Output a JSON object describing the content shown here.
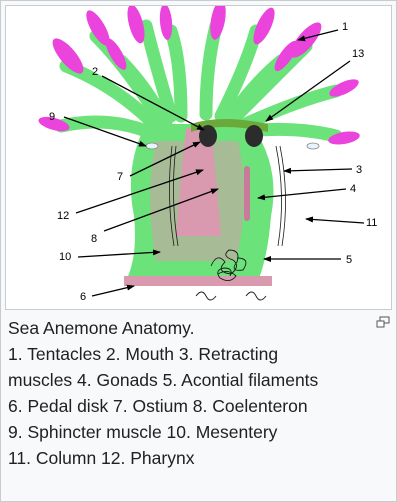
{
  "figure": {
    "labels": [
      "1",
      "2",
      "3",
      "4",
      "5",
      "6",
      "7",
      "8",
      "9",
      "10",
      "11",
      "12",
      "13"
    ],
    "colors": {
      "body": "#6ce37a",
      "tentacle_green": "#6ce37a",
      "tentacle_pink": "#ea44dc",
      "internal": "#d99aaf",
      "gonad": "#c97a9a",
      "mouth_rim": "#6aaa3a",
      "sphincter": "#2c2c2c"
    }
  },
  "caption": {
    "title": "Sea Anemone Anatomy.",
    "lines": [
      "1. Tentacles 2. Mouth 3. Retracting",
      "muscles 4. Gonads 5. Acontial filaments",
      "6. Pedal disk 7. Ostium 8. Coelenteron",
      "9. Sphincter muscle 10. Mesentery",
      "11. Column 12. Pharynx"
    ]
  },
  "icons": {
    "magnify": "magnify-clip-icon"
  }
}
